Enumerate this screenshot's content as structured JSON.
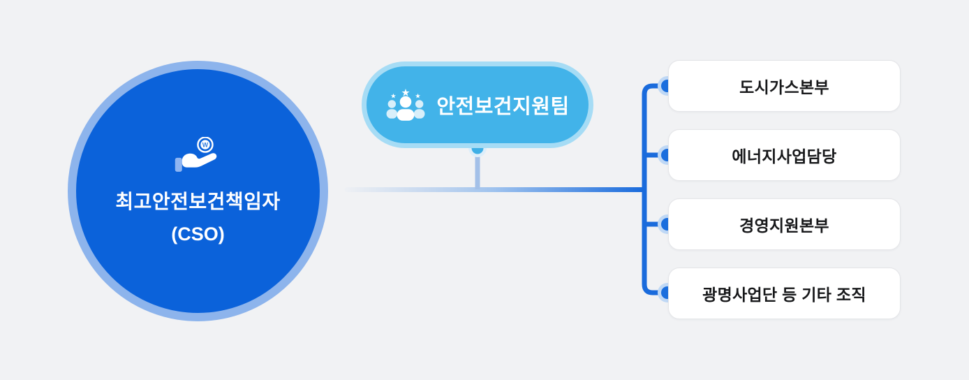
{
  "cso_node": {
    "title": "최고안전보건책임자",
    "subtitle": "(CSO)",
    "icon": "hand-coin-icon",
    "coin_symbol": "W",
    "fill_color": "#0b62da",
    "ring_color": "#8db4ec"
  },
  "team_node": {
    "label": "안전보건지원팀",
    "icon": "team-stars-icon",
    "fill_color": "#42b3e9",
    "border_color": "#a6dcf5"
  },
  "departments": [
    {
      "label": "도시가스본부"
    },
    {
      "label": "에너지사업담당"
    },
    {
      "label": "경영지원본부"
    },
    {
      "label": "광명사업단 등 기타 조직"
    }
  ],
  "colors": {
    "background": "#f1f2f4",
    "connector_strong": "#1a6bdc",
    "connector_light": "#a3c0e8",
    "node_dot_fill": "#1a6ede",
    "node_dot_halo": "#bfd8f5",
    "team_dot_fill": "#3eafe6",
    "team_dot_ring": "#ddeefa",
    "box_border": "#e4e5e8",
    "box_text": "#17181a"
  }
}
